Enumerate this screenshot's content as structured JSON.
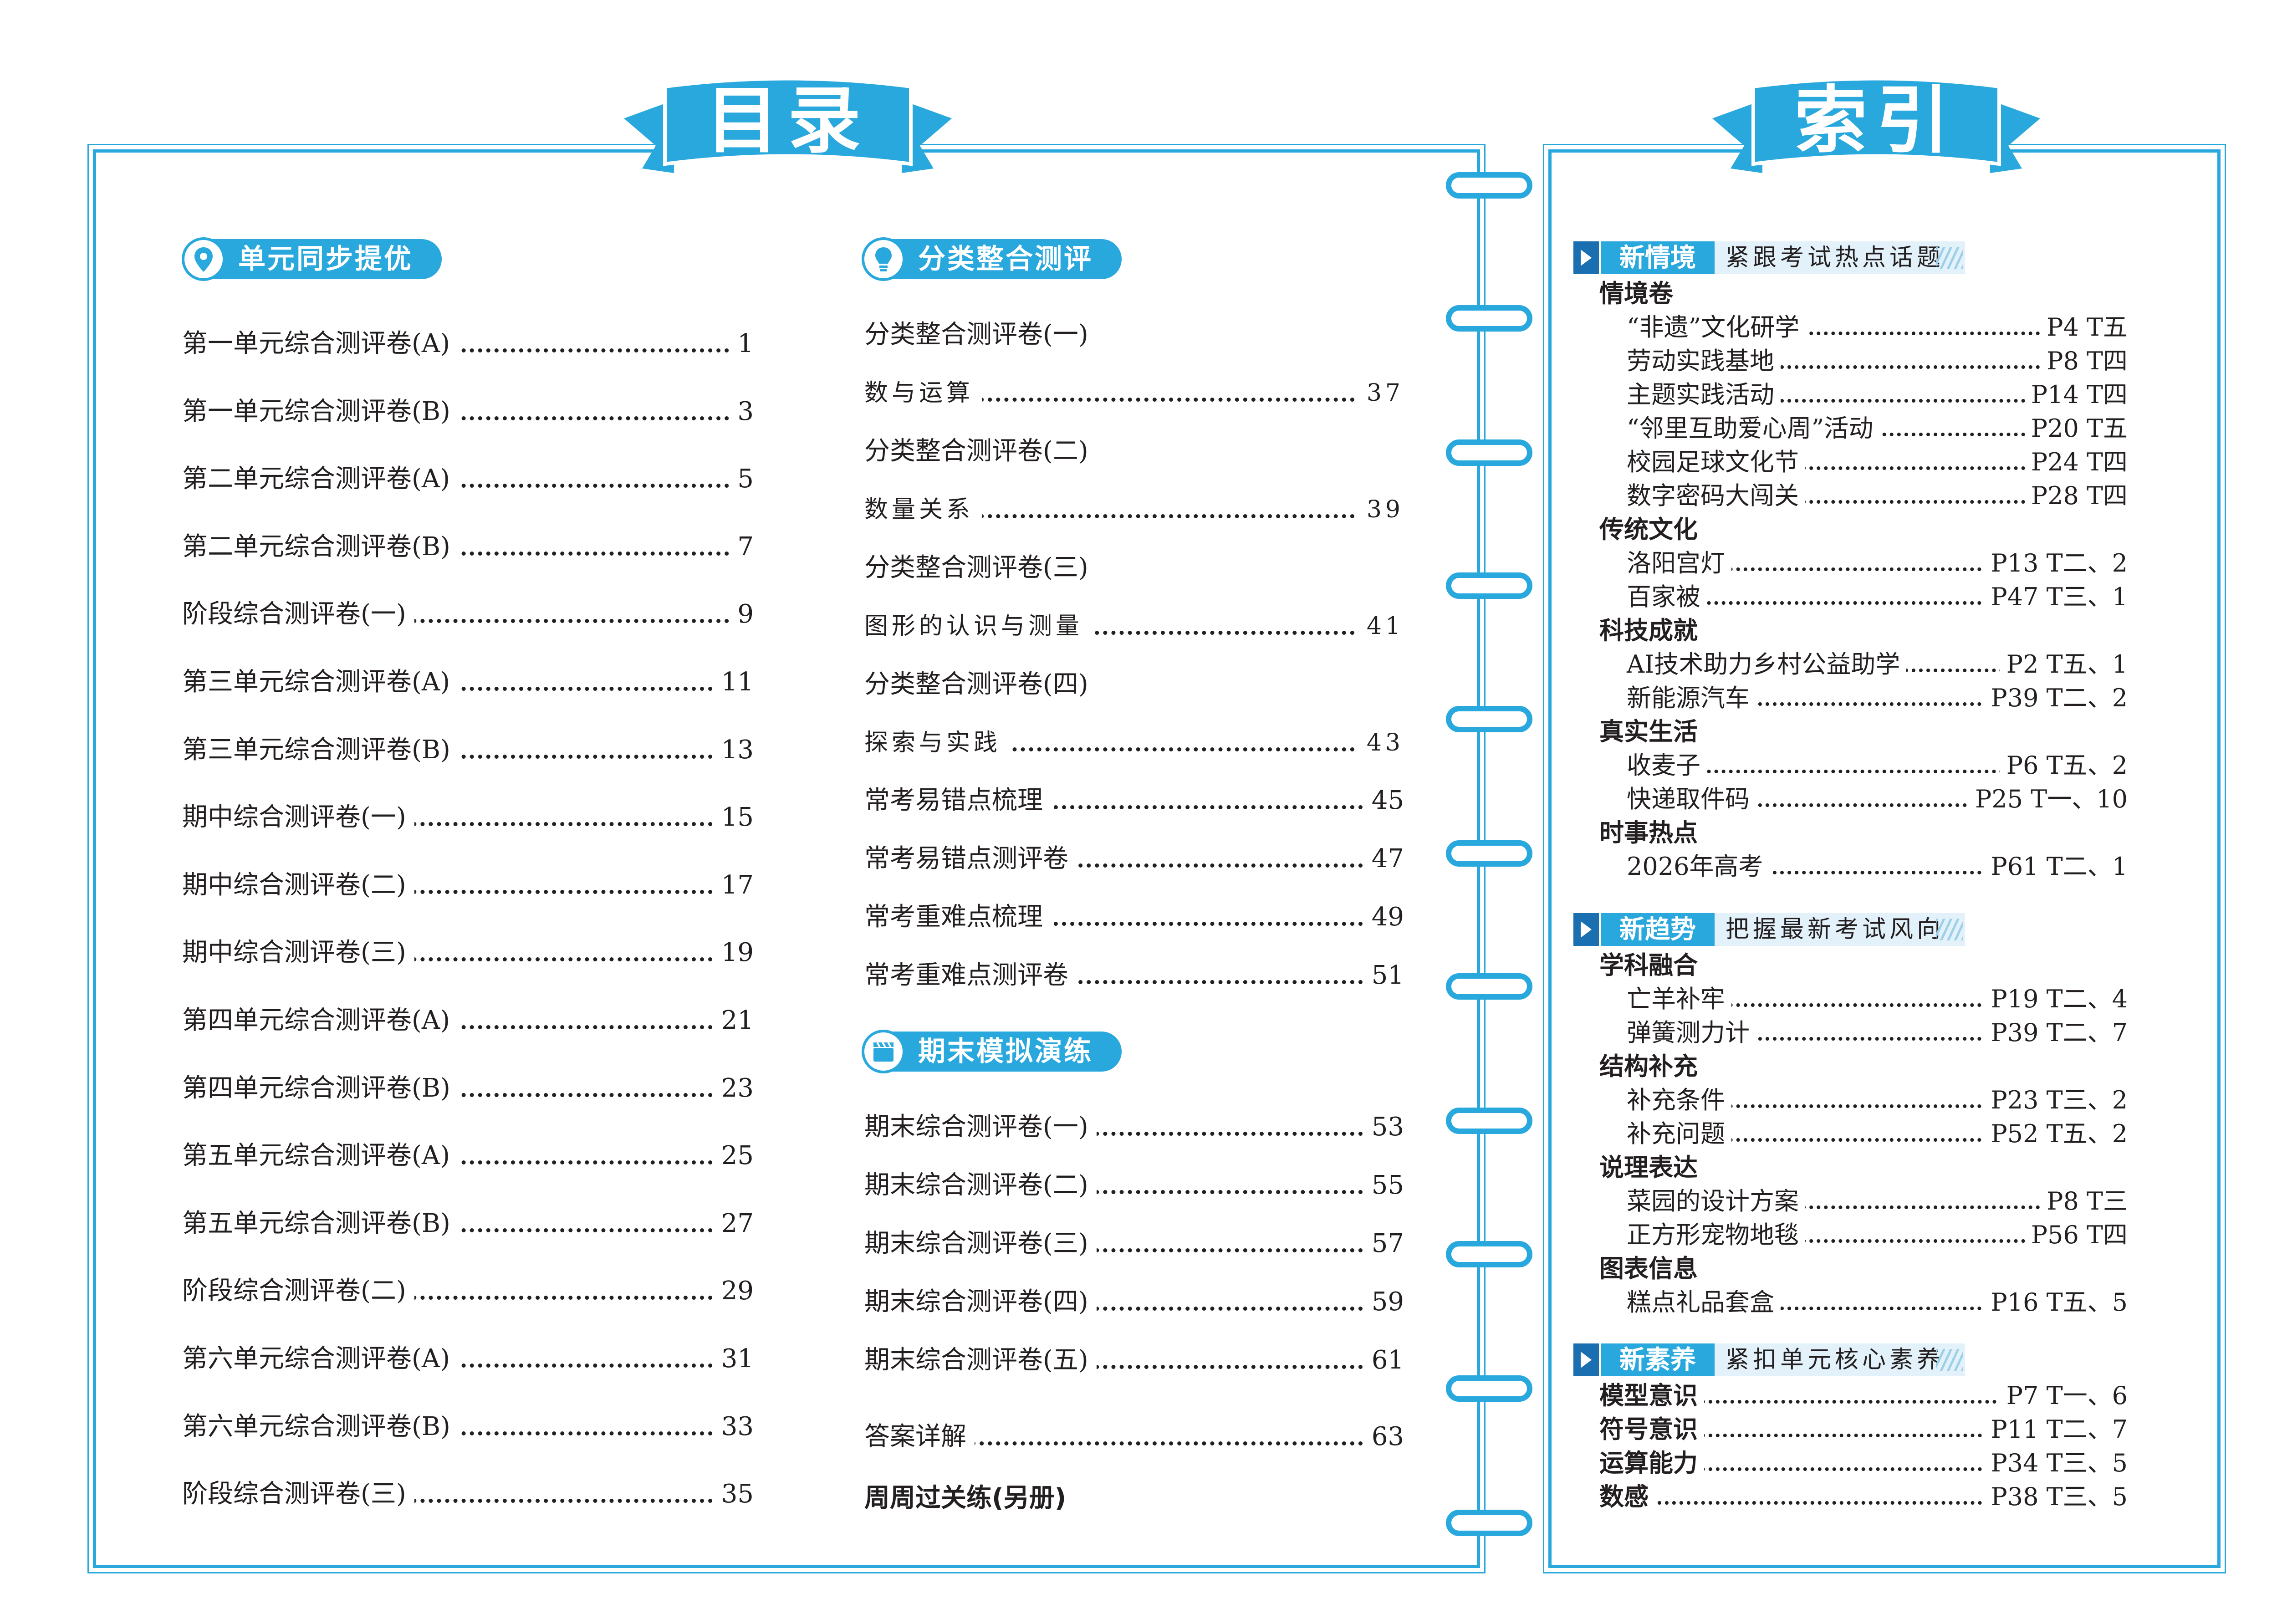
{
  "colors": {
    "accent": "#29a8dd",
    "dark_blue": "#1a6fb0",
    "light_tag": "#e3f2fa"
  },
  "left": {
    "title": "目录",
    "unit_section": {
      "label": "单元同步提优",
      "icon": "location-pin-icon",
      "items": [
        {
          "label": "第一单元综合测评卷(A)",
          "page": "1"
        },
        {
          "label": "第一单元综合测评卷(B)",
          "page": "3"
        },
        {
          "label": "第二单元综合测评卷(A)",
          "page": "5"
        },
        {
          "label": "第二单元综合测评卷(B)",
          "page": "7"
        },
        {
          "label": "阶段综合测评卷(一)",
          "page": "9"
        },
        {
          "label": "第三单元综合测评卷(A)",
          "page": "11"
        },
        {
          "label": "第三单元综合测评卷(B)",
          "page": "13"
        },
        {
          "label": "期中综合测评卷(一)",
          "page": "15"
        },
        {
          "label": "期中综合测评卷(二)",
          "page": "17"
        },
        {
          "label": "期中综合测评卷(三)",
          "page": "19"
        },
        {
          "label": "第四单元综合测评卷(A)",
          "page": "21"
        },
        {
          "label": "第四单元综合测评卷(B)",
          "page": "23"
        },
        {
          "label": "第五单元综合测评卷(A)",
          "page": "25"
        },
        {
          "label": "第五单元综合测评卷(B)",
          "page": "27"
        },
        {
          "label": "阶段综合测评卷(二)",
          "page": "29"
        },
        {
          "label": "第六单元综合测评卷(A)",
          "page": "31"
        },
        {
          "label": "第六单元综合测评卷(B)",
          "page": "33"
        },
        {
          "label": "阶段综合测评卷(三)",
          "page": "35"
        }
      ]
    },
    "class_section": {
      "label": "分类整合测评",
      "icon": "lightbulb-icon",
      "groups": [
        {
          "title": "分类整合测评卷(一)",
          "sub": "数与运算",
          "page": "37"
        },
        {
          "title": "分类整合测评卷(二)",
          "sub": "数量关系",
          "page": "39"
        },
        {
          "title": "分类整合测评卷(三)",
          "sub": "图形的认识与测量",
          "page": "41"
        },
        {
          "title": "分类整合测评卷(四)",
          "sub": "探索与实践",
          "page": "43"
        }
      ],
      "items": [
        {
          "label": "常考易错点梳理",
          "page": "45"
        },
        {
          "label": "常考易错点测评卷",
          "page": "47"
        },
        {
          "label": "常考重难点梳理",
          "page": "49"
        },
        {
          "label": "常考重难点测评卷",
          "page": "51"
        }
      ]
    },
    "final_section": {
      "label": "期末模拟演练",
      "icon": "clapperboard-icon",
      "items": [
        {
          "label": "期末综合测评卷(一)",
          "page": "53"
        },
        {
          "label": "期末综合测评卷(二)",
          "page": "55"
        },
        {
          "label": "期末综合测评卷(三)",
          "page": "57"
        },
        {
          "label": "期末综合测评卷(四)",
          "page": "59"
        },
        {
          "label": "期末综合测评卷(五)",
          "page": "61"
        }
      ]
    },
    "answers": {
      "label": "答案详解",
      "page": "63"
    },
    "weekly": "周周过关练(另册)"
  },
  "right": {
    "title": "索引",
    "sections": [
      {
        "name": "新情境",
        "tag": "紧跟考试热点话题",
        "categories": [
          {
            "name": "情境卷",
            "items": [
              {
                "label": "“非遗”文化研学",
                "ref": "P4 T五"
              },
              {
                "label": "劳动实践基地",
                "ref": "P8 T四"
              },
              {
                "label": "主题实践活动",
                "ref": "P14 T四"
              },
              {
                "label": "“邻里互助爱心周”活动",
                "ref": "P20 T五"
              },
              {
                "label": "校园足球文化节",
                "ref": "P24 T四"
              },
              {
                "label": "数字密码大闯关",
                "ref": "P28 T四"
              }
            ]
          },
          {
            "name": "传统文化",
            "items": [
              {
                "label": "洛阳宫灯",
                "ref": "P13 T二、2"
              },
              {
                "label": "百家被",
                "ref": "P47 T三、1"
              }
            ]
          },
          {
            "name": "科技成就",
            "items": [
              {
                "label": "AI技术助力乡村公益助学",
                "ref": "P2 T五、1"
              },
              {
                "label": "新能源汽车",
                "ref": "P39 T二、2"
              }
            ]
          },
          {
            "name": "真实生活",
            "items": [
              {
                "label": "收麦子",
                "ref": "P6 T五、2"
              },
              {
                "label": "快递取件码",
                "ref": "P25 T一、10"
              }
            ]
          },
          {
            "name": "时事热点",
            "items": [
              {
                "label": "2026年高考",
                "ref": "P61 T二、1"
              }
            ]
          }
        ]
      },
      {
        "name": "新趋势",
        "tag": "把握最新考试风向",
        "categories": [
          {
            "name": "学科融合",
            "items": [
              {
                "label": "亡羊补牢",
                "ref": "P19 T二、4"
              },
              {
                "label": "弹簧测力计",
                "ref": "P39 T二、7"
              }
            ]
          },
          {
            "name": "结构补充",
            "items": [
              {
                "label": "补充条件",
                "ref": "P23 T三、2"
              },
              {
                "label": "补充问题",
                "ref": "P52 T五、2"
              }
            ]
          },
          {
            "name": "说理表达",
            "items": [
              {
                "label": "菜园的设计方案",
                "ref": "P8 T三"
              },
              {
                "label": "正方形宠物地毯",
                "ref": "P56 T四"
              }
            ]
          },
          {
            "name": "图表信息",
            "items": [
              {
                "label": "糕点礼品套盒",
                "ref": "P16 T五、5"
              }
            ]
          }
        ]
      },
      {
        "name": "新素养",
        "tag": "紧扣单元核心素养",
        "items": [
          {
            "label": "模型意识",
            "ref": "P7 T一、6"
          },
          {
            "label": "符号意识",
            "ref": "P11 T二、7"
          },
          {
            "label": "运算能力",
            "ref": "P34 T三、5"
          },
          {
            "label": "数感",
            "ref": "P38 T三、5"
          }
        ]
      }
    ]
  }
}
